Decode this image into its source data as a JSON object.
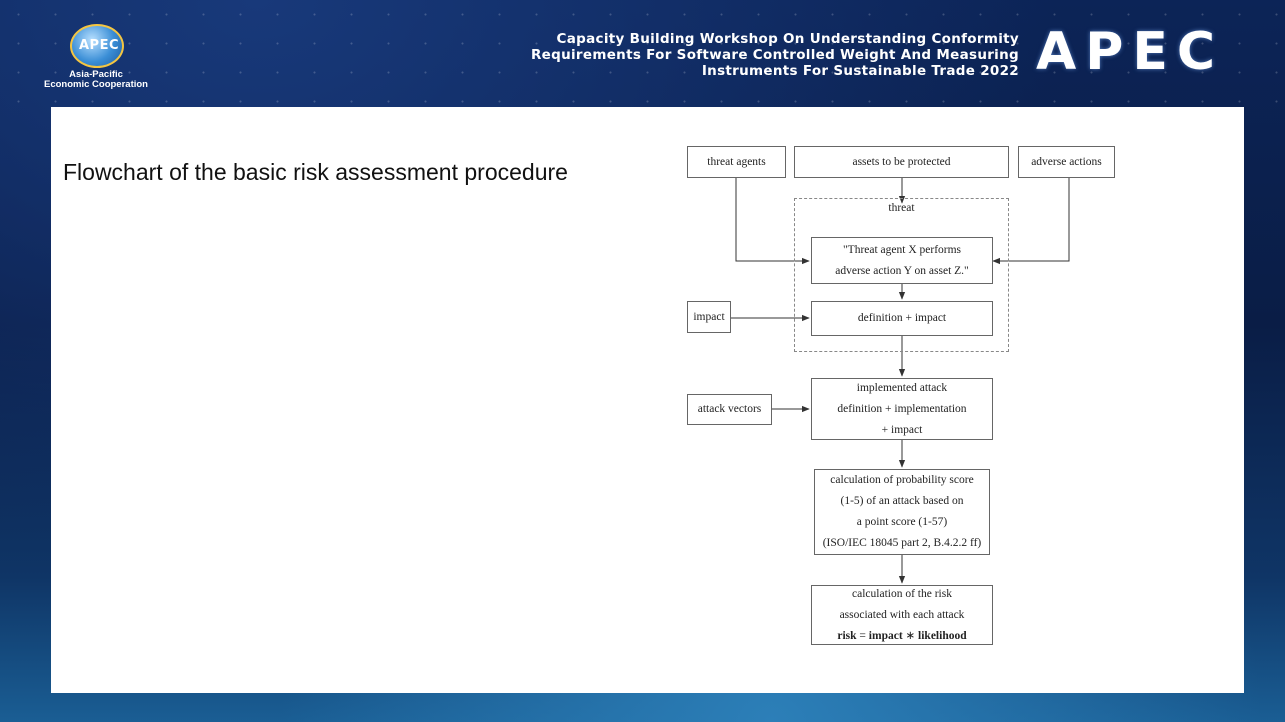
{
  "header": {
    "logo_text": "APEC",
    "logo_sub_line1": "Asia-Pacific",
    "logo_sub_line2": "Economic Cooperation",
    "title_line1": "Capacity Building Workshop On Understanding Conformity",
    "title_line2": "Requirements For Software Controlled Weight And Measuring",
    "title_line3": "Instruments For Sustainable Trade 2022",
    "brand": "APEC"
  },
  "slide": {
    "title": "Flowchart of the basic risk assessment procedure"
  },
  "diagram": {
    "threat_agents": "threat agents",
    "assets": "assets to be protected",
    "adverse_actions": "adverse actions",
    "threat_group_label": "threat",
    "threat_statement_line1": "\"Threat agent X performs",
    "threat_statement_line2": "adverse action Y on asset Z.\"",
    "impact": "impact",
    "definition_impact": "definition + impact",
    "attack_vectors": "attack vectors",
    "implemented_line1": "implemented attack",
    "implemented_line2": "definition + implementation",
    "implemented_line3": "+ impact",
    "prob_line1": "calculation of probability score",
    "prob_line2": "(1-5) of an attack based on",
    "prob_line3": "a point score (1-57)",
    "prob_line4": "(ISO/IEC 18045 part 2, B.4.2.2 ff)",
    "risk_line1": "calculation of the risk",
    "risk_line2": "associated with each attack",
    "risk_word": "risk",
    "risk_eq": " = ",
    "impact_word": "impact",
    "risk_mult": " ∗ ",
    "likelihood_word": "likelihood"
  }
}
